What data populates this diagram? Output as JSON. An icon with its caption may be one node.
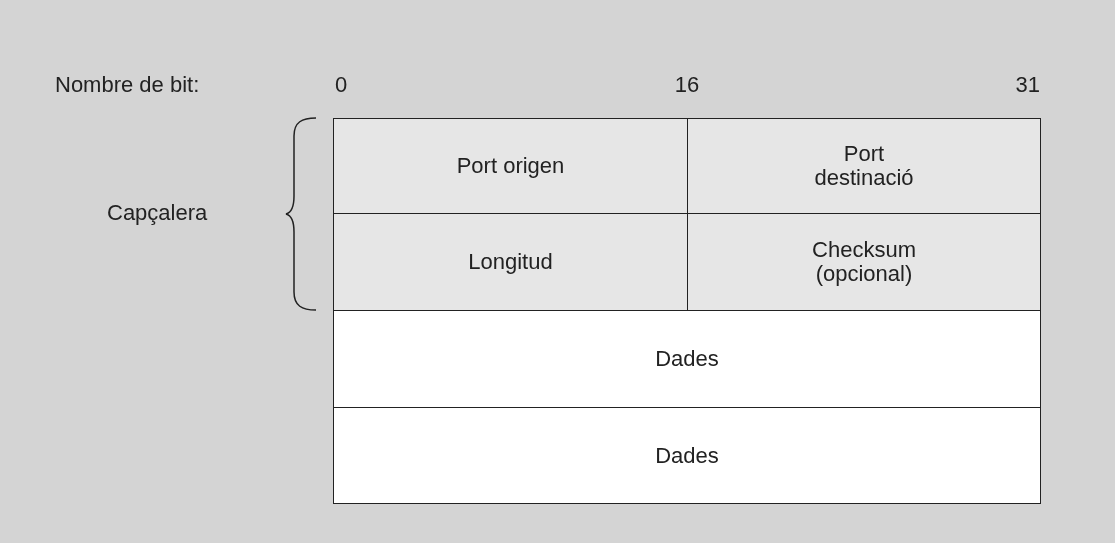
{
  "diagram": {
    "nodes": [
      {
        "text": [
          "Port origen"
        ]
      },
      {
        "text": [
          "Port destinació"
        ]
      },
      {
        "text": [
          "Longitud"
        ]
      },
      {
        "text": [
          "Checksum (opcional)"
        ]
      },
      {
        "text": [
          "Dades"
        ]
      },
      {
        "text": [
          "Dades"
        ]
      }
    ],
    "labels": [
      "Nombre de bit:",
      "0",
      "16",
      "31",
      "Capçalera"
    ]
  }
}
